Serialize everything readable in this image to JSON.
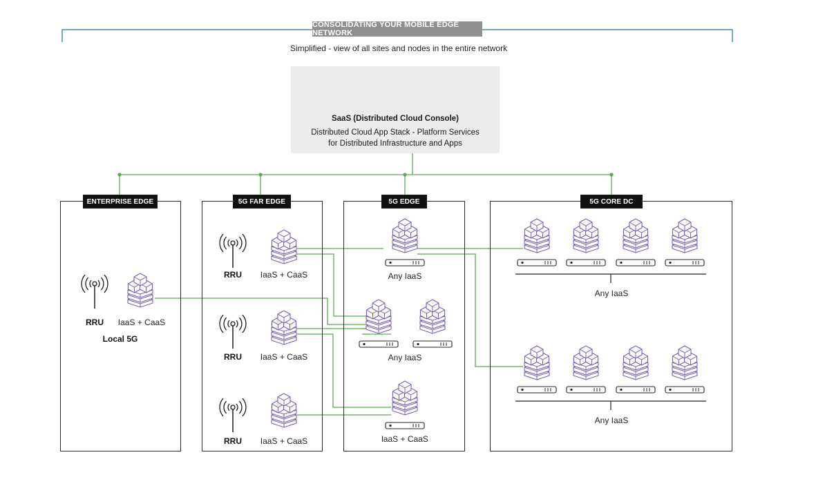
{
  "header": {
    "banner": "CONSOLIDATING YOUR MOBILE EDGE NETWORK",
    "subtitle": "Simplified - view of all sites and nodes in the entire network"
  },
  "saas": {
    "title": "SaaS (Distributed Cloud Console)",
    "desc_line1": "Distributed Cloud App Stack - Platform Services",
    "desc_line2": "for Distributed Infrastructure and Apps"
  },
  "zones": {
    "enterprise_edge": "ENTERPRISE EDGE",
    "far_edge": "5G FAR EDGE",
    "edge": "5G EDGE",
    "core_dc": "5G CORE DC"
  },
  "labels": {
    "rru": "RRU",
    "iaas_caas": "IaaS + CaaS",
    "local_5g": "Local 5G",
    "any_iaas": "Any IaaS",
    "laas_caas": "laaS + CaaS"
  },
  "colors": {
    "stack": "#7a5fb3",
    "link": "#5aab4e",
    "banner": "#8f8f8f",
    "zone_label": "#111111",
    "saas_bg": "#ececec",
    "outline": "#2a2a2a",
    "header_rule": "#2b6d8f"
  }
}
